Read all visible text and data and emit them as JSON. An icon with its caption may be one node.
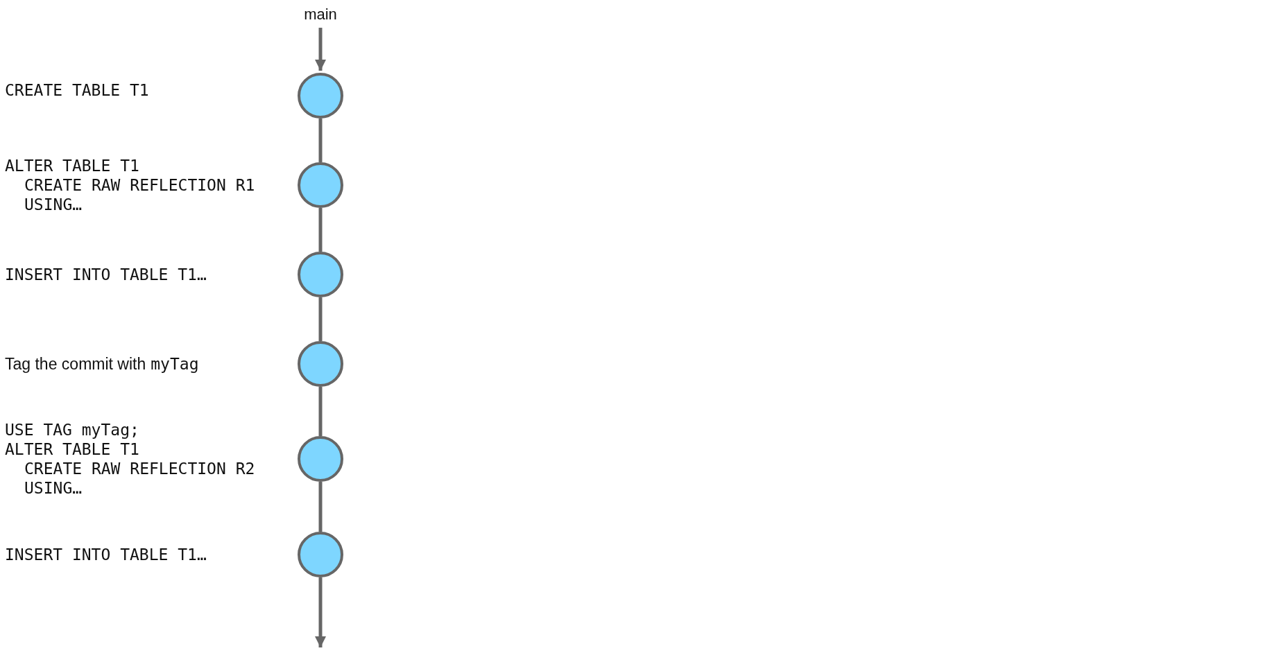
{
  "diagram": {
    "nodes": [
      {
        "text": [
          "main"
        ]
      },
      {
        "text": [],
        "shape": "circle"
      },
      {
        "text": [],
        "shape": "circle"
      },
      {
        "text": [],
        "shape": "circle"
      },
      {
        "text": [],
        "shape": "circle"
      },
      {
        "text": [],
        "shape": "circle"
      },
      {
        "text": [],
        "shape": "circle"
      }
    ],
    "edges": [
      {
        "from": 0,
        "to": 1,
        "arrow": "to"
      },
      {
        "from": 1,
        "to": 2,
        "arrow": "none"
      },
      {
        "from": 2,
        "to": 3,
        "arrow": "none"
      },
      {
        "from": 3,
        "to": 4,
        "arrow": "none"
      },
      {
        "from": 4,
        "to": 5,
        "arrow": "none"
      },
      {
        "from": 5,
        "to": 6,
        "arrow": "none"
      },
      {
        "from": 6,
        "to": null,
        "arrow": "to"
      }
    ],
    "labels": [
      "CREATE TABLE T1",
      "ALTER TABLE T1",
      "CREATE RAW REFLECTION R1",
      "USING…",
      "INSERT INTO TABLE T1…",
      "Tag the commit with",
      "myTag",
      "USE TAG myTag;",
      "ALTER TABLE T1",
      "CREATE RAW REFLECTION R2",
      "USING…",
      "INSERT INTO TABLE T1…"
    ]
  }
}
